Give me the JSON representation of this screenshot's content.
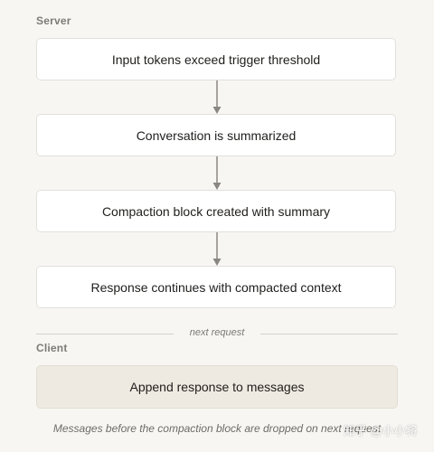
{
  "server": {
    "label": "Server",
    "steps": [
      "Input tokens exceed trigger threshold",
      "Conversation is summarized",
      "Compaction block created with summary",
      "Response continues with compacted context"
    ]
  },
  "divider": {
    "label": "next request"
  },
  "client": {
    "label": "Client",
    "step": "Append response to messages"
  },
  "footnote": "Messages before the compaction block are dropped on next request",
  "watermark": "知乎 @小小将",
  "colors": {
    "background": "#f7f6f3",
    "server_box": "#ffffff",
    "client_box": "#efeae1",
    "arrow": "#8a8782"
  }
}
